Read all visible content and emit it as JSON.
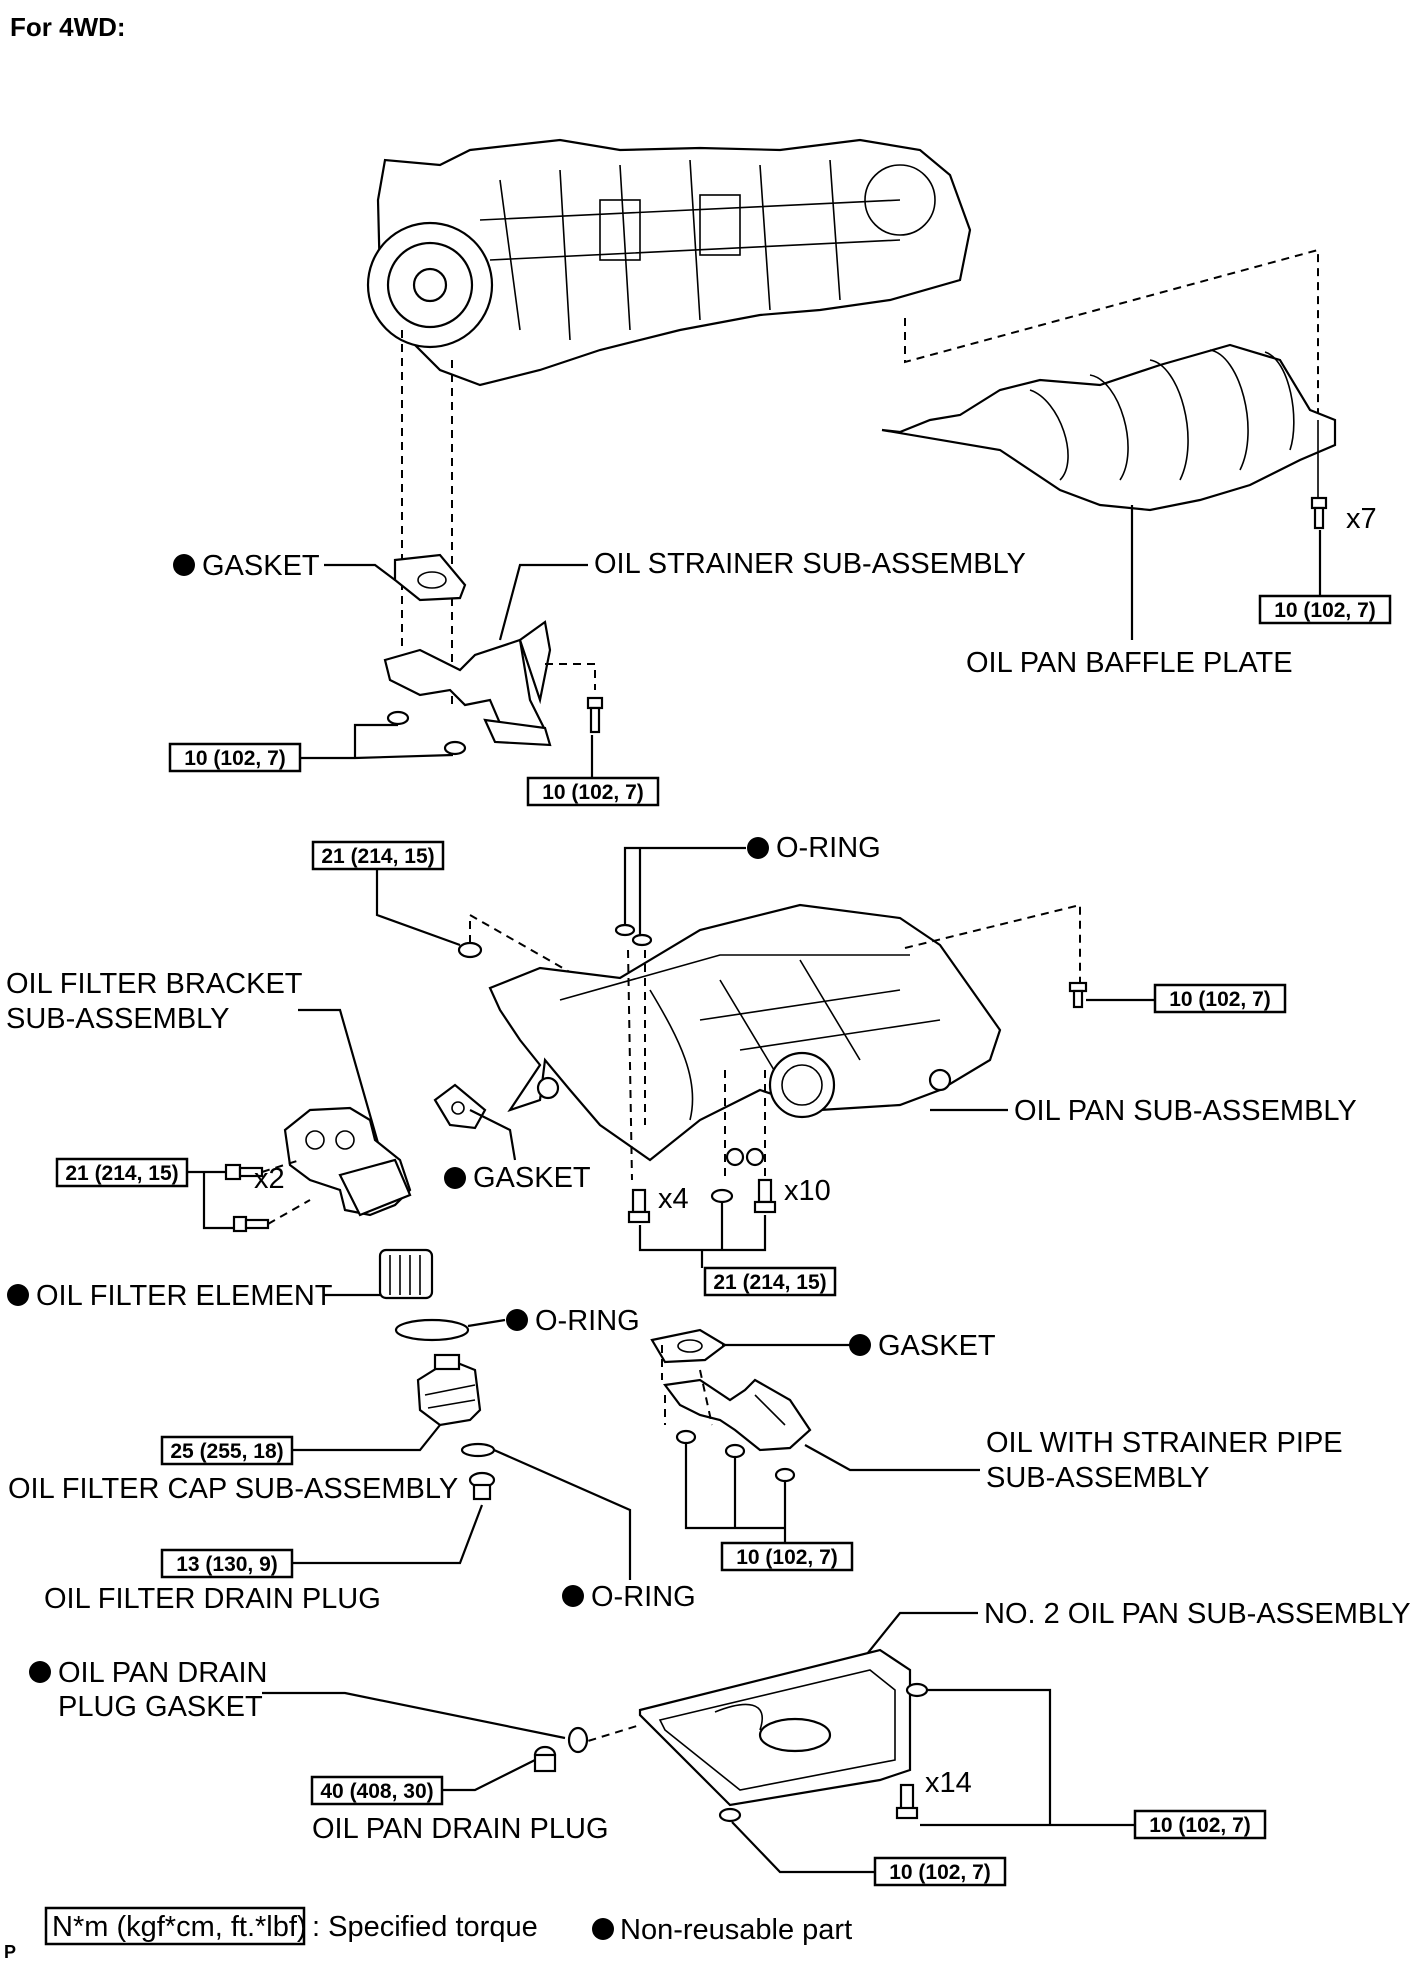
{
  "header": "For 4WD:",
  "labels": {
    "gasket_top": "GASKET",
    "oil_strainer": "OIL STRAINER SUB-ASSEMBLY",
    "oil_pan_baffle": "OIL PAN BAFFLE PLATE",
    "x7": "x7",
    "oring_top": "O-RING",
    "oil_filter_bracket_1": "OIL FILTER BRACKET",
    "oil_filter_bracket_2": "SUB-ASSEMBLY",
    "x2": "x2",
    "gasket_mid": "GASKET",
    "oil_pan_sub": "OIL PAN SUB-ASSEMBLY",
    "x4": "x4",
    "x10": "x10",
    "oil_filter_element": "OIL FILTER ELEMENT",
    "oring_mid": "O-RING",
    "gasket_low": "GASKET",
    "oil_strainer_pipe_1": "OIL WITH STRAINER PIPE",
    "oil_strainer_pipe_2": "SUB-ASSEMBLY",
    "oil_filter_cap": "OIL FILTER CAP SUB-ASSEMBLY",
    "oil_filter_drain_plug": "OIL FILTER DRAIN PLUG",
    "oring_low": "O-RING",
    "no2_oil_pan": "NO. 2 OIL PAN SUB-ASSEMBLY",
    "drain_gasket_1": "OIL PAN DRAIN",
    "drain_gasket_2": "PLUG GASKET",
    "x14": "x14",
    "oil_pan_drain_plug": "OIL PAN DRAIN PLUG"
  },
  "torques": {
    "baffle_bolt": "10 (102, 7)",
    "strainer_nut": "10 (102, 7)",
    "strainer_bolt": "10 (102, 7)",
    "pan_nut_left": "21 (214, 15)",
    "pan_bolt_right": "10 (102, 7)",
    "bracket_bolt": "21 (214, 15)",
    "pan_bolts_lower": "21 (214, 15)",
    "filter_cap": "25 (255, 18)",
    "pipe_nuts": "10 (102, 7)",
    "filter_drain_plug": "13 (130, 9)",
    "pan_drain_plug": "40 (408, 30)",
    "no2_pan_right": "10 (102, 7)",
    "no2_pan_bottom": "10 (102, 7)"
  },
  "legend": {
    "torque_box": "N*m (kgf*cm, ft.*lbf)",
    "torque_text": ": Specified torque",
    "nonreusable_text": "Non-reusable part"
  },
  "footer_code": "P"
}
